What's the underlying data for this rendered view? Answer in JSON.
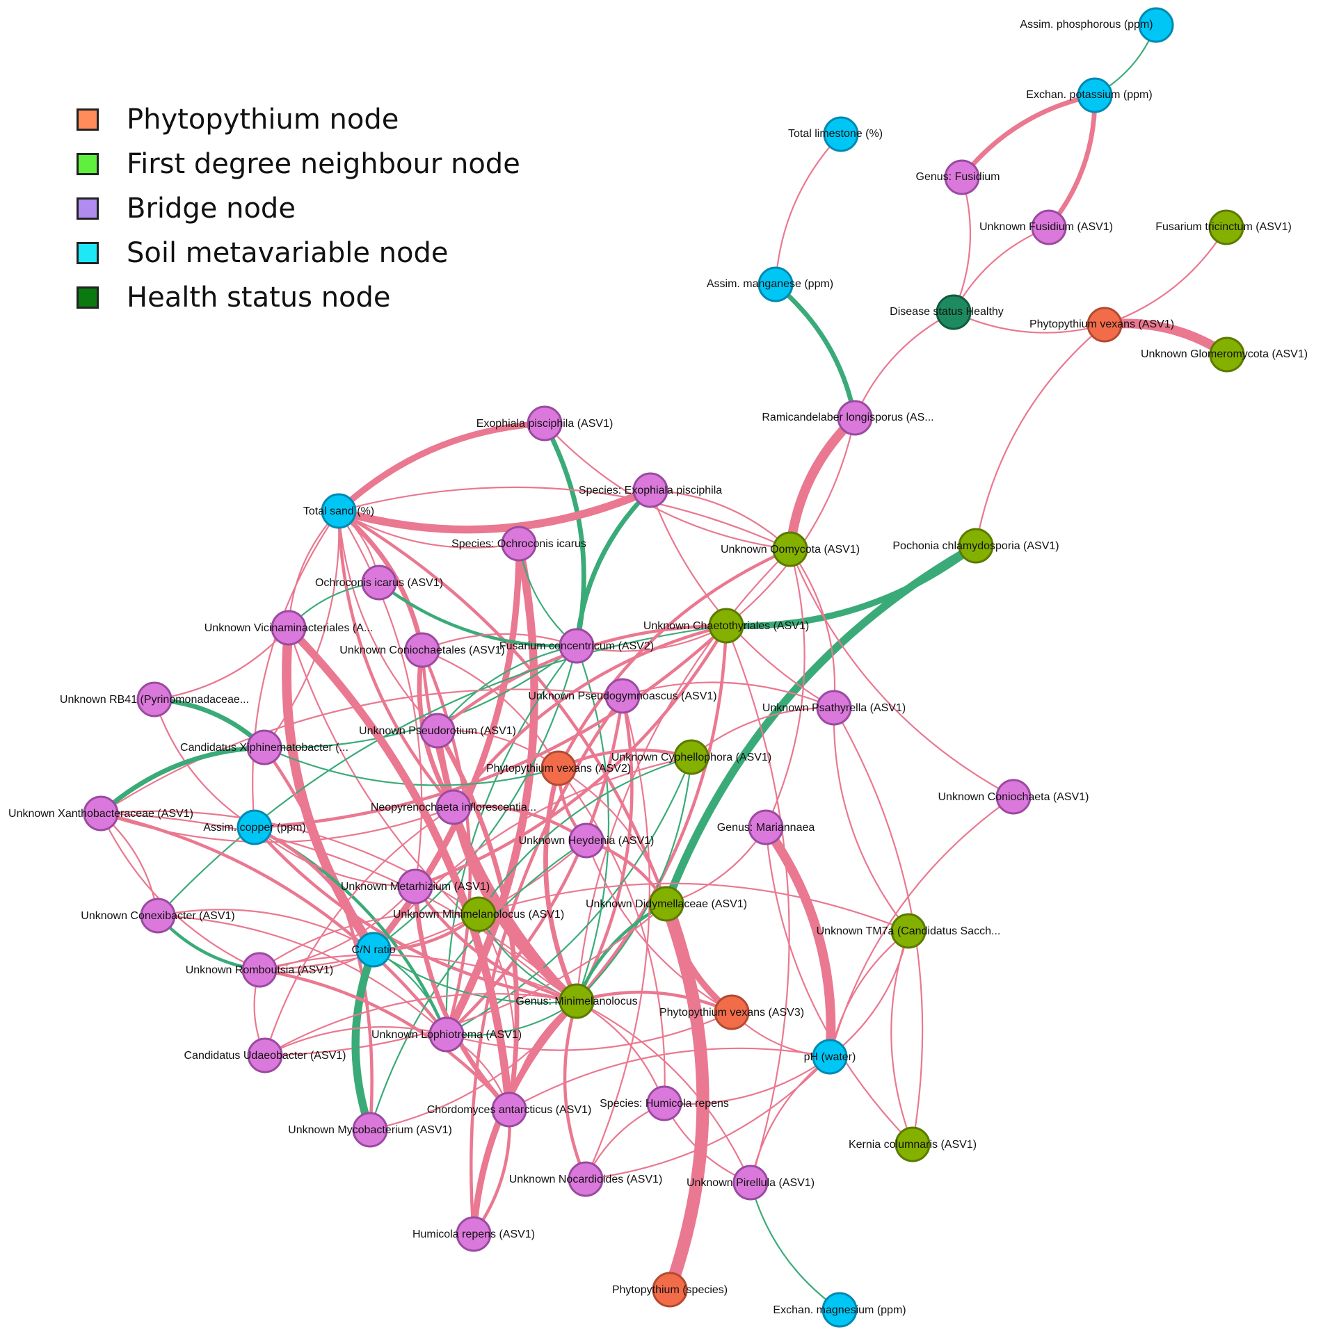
{
  "legend": [
    {
      "label": "Phytopythium node",
      "color": "#ff8c5a"
    },
    {
      "label": "First degree neighbour node",
      "color": "#5ef03c"
    },
    {
      "label": "Bridge node",
      "color": "#b08cf0"
    },
    {
      "label": "Soil metavariable node",
      "color": "#1ee8f5"
    },
    {
      "label": "Health status node",
      "color": "#0a7a10"
    }
  ],
  "node_colors": {
    "phyto": {
      "fill": "#f26c4a",
      "stroke": "#b24a30"
    },
    "neighbour": {
      "fill": "#84b000",
      "stroke": "#5b7a00"
    },
    "bridge": {
      "fill": "#db78db",
      "stroke": "#9a4aa0"
    },
    "soil": {
      "fill": "#00c6f6",
      "stroke": "#0089b0"
    },
    "health": {
      "fill": "#1e8a60",
      "stroke": "#125a3e"
    }
  },
  "edge_colors": {
    "positive": "#ea7890",
    "negative": "#3aab78"
  },
  "nodes": [
    {
      "id": "aphos",
      "label": "Assim. phosphorous (ppm)",
      "type": "soil"
    },
    {
      "id": "expot",
      "label": "Exchan. potassium (ppm)",
      "type": "soil"
    },
    {
      "id": "limestone",
      "label": "Total limestone (%)",
      "type": "soil"
    },
    {
      "id": "fusidium",
      "label": "Genus: Fusidium",
      "type": "bridge"
    },
    {
      "id": "ufusidium",
      "label": "Unknown Fusidium (ASV1)",
      "type": "bridge"
    },
    {
      "id": "ftric",
      "label": "Fusarium tricinctum (ASV1)",
      "type": "neighbour"
    },
    {
      "id": "amang",
      "label": "Assim. manganese (ppm)",
      "type": "soil"
    },
    {
      "id": "disease",
      "label": "Disease status Healthy",
      "type": "health"
    },
    {
      "id": "pv1",
      "label": "Phytopythium vexans (ASV1)",
      "type": "phyto"
    },
    {
      "id": "uglom",
      "label": "Unknown Glomeromycota (ASV1)",
      "type": "neighbour"
    },
    {
      "id": "ramic",
      "label": "Ramicandelaber longisporus (AS...",
      "type": "bridge"
    },
    {
      "id": "exoasv",
      "label": "Exophiala pisciphila (ASV1)",
      "type": "bridge"
    },
    {
      "id": "exosp",
      "label": "Species: Exophiala pisciphila",
      "type": "bridge"
    },
    {
      "id": "sand",
      "label": "Total sand (%)",
      "type": "soil"
    },
    {
      "id": "oomy",
      "label": "Unknown Oomycota (ASV1)",
      "type": "neighbour"
    },
    {
      "id": "pochonia",
      "label": "Pochonia chlamydosporia (ASV1)",
      "type": "neighbour"
    },
    {
      "id": "ochsp",
      "label": "Species: Ochroconis icarus",
      "type": "bridge"
    },
    {
      "id": "ochasv",
      "label": "Ochroconis icarus (ASV1)",
      "type": "bridge"
    },
    {
      "id": "vicin",
      "label": "Unknown Vicinaminacteriales (A...",
      "type": "bridge"
    },
    {
      "id": "conioch",
      "label": "Unknown Coniochaetales (ASV1)",
      "type": "bridge"
    },
    {
      "id": "fusconc",
      "label": "Fusarium concentricum (ASV2)",
      "type": "bridge"
    },
    {
      "id": "chaeto",
      "label": "Unknown Chaetothyriales (ASV1)",
      "type": "neighbour"
    },
    {
      "id": "rb41",
      "label": "Unknown RB41 (Pyrinomonadaceae...",
      "type": "bridge"
    },
    {
      "id": "pseudogym",
      "label": "Unknown Pseudogymnoascus (ASV1)",
      "type": "bridge"
    },
    {
      "id": "psath",
      "label": "Unknown Psathyrella (ASV1)",
      "type": "bridge"
    },
    {
      "id": "pseudorot",
      "label": "Unknown Pseudorotium (ASV1)",
      "type": "bridge"
    },
    {
      "id": "xiphin",
      "label": "Candidatus Xiphinematobacter (...",
      "type": "bridge"
    },
    {
      "id": "pv2",
      "label": "Phytopythium vexans (ASV2)",
      "type": "phyto"
    },
    {
      "id": "cyphel",
      "label": "Unknown Cyphellophora (ASV1)",
      "type": "neighbour"
    },
    {
      "id": "coniochaeta",
      "label": "Unknown Coniochaeta (ASV1)",
      "type": "bridge"
    },
    {
      "id": "xantho",
      "label": "Unknown Xanthobacteraceae (ASV1)",
      "type": "bridge"
    },
    {
      "id": "copper",
      "label": "Assim. copper (ppm)",
      "type": "soil"
    },
    {
      "id": "neopyr",
      "label": "Neopyrenochaeta inflorescentia...",
      "type": "bridge"
    },
    {
      "id": "heyden",
      "label": "Unknown Heydenia (ASV1)",
      "type": "bridge"
    },
    {
      "id": "marian",
      "label": "Genus: Mariannaea",
      "type": "bridge"
    },
    {
      "id": "metarh",
      "label": "Unknown Metarhizium (ASV1)",
      "type": "bridge"
    },
    {
      "id": "conexi",
      "label": "Unknown Conexibacter (ASV1)",
      "type": "bridge"
    },
    {
      "id": "uminim",
      "label": "Unknown Minimelanolocus (ASV1)",
      "type": "neighbour"
    },
    {
      "id": "didym",
      "label": "Unknown Didymellaceae (ASV1)",
      "type": "neighbour"
    },
    {
      "id": "tm7a",
      "label": "Unknown TM7a (Candidatus Sacch...",
      "type": "neighbour"
    },
    {
      "id": "cn",
      "label": "C/N ratio",
      "type": "soil"
    },
    {
      "id": "rombout",
      "label": "Unknown Romboutsia (ASV1)",
      "type": "bridge"
    },
    {
      "id": "gminim",
      "label": "Genus: Minimelanolocus",
      "type": "neighbour"
    },
    {
      "id": "pv3",
      "label": "Phytopythium vexans (ASV3)",
      "type": "phyto"
    },
    {
      "id": "lophio",
      "label": "Unknown Lophiotrema (ASV1)",
      "type": "bridge"
    },
    {
      "id": "udaeo",
      "label": "Candidatus Udaeobacter (ASV1)",
      "type": "bridge"
    },
    {
      "id": "ph",
      "label": "pH (water)",
      "type": "soil"
    },
    {
      "id": "chordo",
      "label": "Chordomyces antarcticus (ASV1)",
      "type": "bridge"
    },
    {
      "id": "humsp",
      "label": "Species: Humicola repens",
      "type": "bridge"
    },
    {
      "id": "mycob",
      "label": "Unknown Mycobacterium (ASV1)",
      "type": "bridge"
    },
    {
      "id": "kernia",
      "label": "Kernia columnaris (ASV1)",
      "type": "neighbour"
    },
    {
      "id": "nocard",
      "label": "Unknown Nocardioides (ASV1)",
      "type": "bridge"
    },
    {
      "id": "pirell",
      "label": "Unknown Pirellula (ASV1)",
      "type": "bridge"
    },
    {
      "id": "humasv",
      "label": "Humicola repens (ASV1)",
      "type": "bridge"
    },
    {
      "id": "phspecies",
      "label": "Phytopythium (species)",
      "type": "phyto"
    },
    {
      "id": "exmag",
      "label": "Exchan. magnesium (ppm)",
      "type": "soil"
    }
  ],
  "edges": [
    [
      "aphos",
      "expot",
      "n",
      1
    ],
    [
      "expot",
      "fusidium",
      "p",
      3
    ],
    [
      "expot",
      "ufusidium",
      "p",
      3
    ],
    [
      "limestone",
      "amang",
      "p",
      1
    ],
    [
      "fusidium",
      "disease",
      "p",
      1
    ],
    [
      "ufusidium",
      "disease",
      "p",
      1
    ],
    [
      "ftric",
      "pv1",
      "p",
      1
    ],
    [
      "disease",
      "pv1",
      "p",
      1
    ],
    [
      "pv1",
      "uglom",
      "p",
      6
    ],
    [
      "disease",
      "ramic",
      "p",
      1
    ],
    [
      "amang",
      "ramic",
      "n",
      3
    ],
    [
      "ramic",
      "oomy",
      "p",
      6
    ],
    [
      "ramic",
      "chaeto",
      "p",
      1
    ],
    [
      "pv1",
      "pochonia",
      "p",
      1
    ],
    [
      "pochonia",
      "chaeto",
      "n",
      4
    ],
    [
      "pochonia",
      "didym",
      "n",
      5
    ],
    [
      "exoasv",
      "fusconc",
      "n",
      3
    ],
    [
      "exosp",
      "fusconc",
      "n",
      3
    ],
    [
      "sand",
      "exoasv",
      "p",
      4
    ],
    [
      "sand",
      "exosp",
      "p",
      5
    ],
    [
      "sand",
      "oomy",
      "p",
      1
    ],
    [
      "sand",
      "ochsp",
      "p",
      1
    ],
    [
      "sand",
      "conioch",
      "p",
      3
    ],
    [
      "sand",
      "copper",
      "p",
      1
    ],
    [
      "sand",
      "ochasv",
      "p",
      1
    ],
    [
      "sand",
      "vicin",
      "p",
      1
    ],
    [
      "sand",
      "xiphin",
      "p",
      1
    ],
    [
      "sand",
      "pseudorot",
      "p",
      1
    ],
    [
      "sand",
      "metarh",
      "p",
      1
    ],
    [
      "sand",
      "neopyr",
      "p",
      2
    ],
    [
      "sand",
      "didym",
      "p",
      2
    ],
    [
      "exoasv",
      "oomy",
      "p",
      1
    ],
    [
      "exosp",
      "oomy",
      "p",
      1
    ],
    [
      "exosp",
      "psath",
      "p",
      1
    ],
    [
      "ochsp",
      "lophio",
      "p",
      5
    ],
    [
      "ochsp",
      "fusconc",
      "n",
      1
    ],
    [
      "ochsp",
      "cn",
      "p",
      4
    ],
    [
      "ochasv",
      "fusconc",
      "n",
      2
    ],
    [
      "vicin",
      "ochasv",
      "n",
      1
    ],
    [
      "vicin",
      "cn",
      "p",
      6
    ],
    [
      "vicin",
      "rb41",
      "p",
      1
    ],
    [
      "vicin",
      "gminim",
      "p",
      1
    ],
    [
      "conioch",
      "lophio",
      "p",
      2
    ],
    [
      "conioch",
      "neopyr",
      "p",
      3
    ],
    [
      "conioch",
      "fusconc",
      "p",
      1
    ],
    [
      "conioch",
      "gminim",
      "p",
      2
    ],
    [
      "conioch",
      "pv2",
      "p",
      1
    ],
    [
      "fusconc",
      "chaeto",
      "p",
      1
    ],
    [
      "fusconc",
      "xiphin",
      "n",
      1
    ],
    [
      "fusconc",
      "pseudorot",
      "n",
      1
    ],
    [
      "fusconc",
      "cn",
      "n",
      1
    ],
    [
      "fusconc",
      "lophio",
      "n",
      1
    ],
    [
      "fusconc",
      "gminim",
      "n",
      1
    ],
    [
      "chaeto",
      "pseudorot",
      "p",
      2
    ],
    [
      "chaeto",
      "copper",
      "p",
      2
    ],
    [
      "chaeto",
      "neopyr",
      "p",
      2
    ],
    [
      "chaeto",
      "metarh",
      "p",
      2
    ],
    [
      "chaeto",
      "conexi",
      "n",
      1
    ],
    [
      "chaeto",
      "gminim",
      "p",
      2
    ],
    [
      "oomy",
      "pv2",
      "p",
      2
    ],
    [
      "oomy",
      "marian",
      "p",
      1
    ],
    [
      "oomy",
      "coniochaeta",
      "p",
      1
    ],
    [
      "oomy",
      "psath",
      "p",
      1
    ],
    [
      "oomy",
      "gminim",
      "p",
      1
    ],
    [
      "rb41",
      "xiphin",
      "n",
      3
    ],
    [
      "rb41",
      "copper",
      "p",
      1
    ],
    [
      "pseudogym",
      "psath",
      "p",
      1
    ],
    [
      "pseudogym",
      "xantho",
      "p",
      1
    ],
    [
      "pseudogym",
      "gminim",
      "p",
      2
    ],
    [
      "pseudogym",
      "humasv",
      "p",
      2
    ],
    [
      "pseudogym",
      "lophio",
      "p",
      2
    ],
    [
      "psath",
      "tm7a",
      "p",
      1
    ],
    [
      "psath",
      "kernia",
      "p",
      1
    ],
    [
      "psath",
      "cyphel",
      "p",
      1
    ],
    [
      "pseudorot",
      "chordo",
      "p",
      3
    ],
    [
      "pseudorot",
      "gminim",
      "p",
      4
    ],
    [
      "pseudorot",
      "pv2",
      "p",
      1
    ],
    [
      "xiphin",
      "xantho",
      "n",
      3
    ],
    [
      "xiphin",
      "mycob",
      "p",
      2
    ],
    [
      "xiphin",
      "pv2",
      "n",
      1
    ],
    [
      "pv2",
      "cyphel",
      "p",
      2
    ],
    [
      "pv2",
      "gminim",
      "p",
      3
    ],
    [
      "pv2",
      "didym",
      "p",
      1
    ],
    [
      "pv2",
      "heyden",
      "p",
      2
    ],
    [
      "pv2",
      "humsp",
      "p",
      1
    ],
    [
      "cyphel",
      "uminim",
      "n",
      1
    ],
    [
      "cyphel",
      "lophio",
      "n",
      1
    ],
    [
      "cyphel",
      "cn",
      "p",
      1
    ],
    [
      "cyphel",
      "gminim",
      "n",
      1
    ],
    [
      "coniochaeta",
      "ph",
      "p",
      1
    ],
    [
      "xantho",
      "conexi",
      "p",
      1
    ],
    [
      "xantho",
      "rombout",
      "p",
      1
    ],
    [
      "xantho",
      "lophio",
      "p",
      2
    ],
    [
      "xantho",
      "neopyr",
      "p",
      1
    ],
    [
      "xantho",
      "uminim",
      "p",
      1
    ],
    [
      "copper",
      "gminim",
      "p",
      2
    ],
    [
      "copper",
      "lophio",
      "n",
      2
    ],
    [
      "copper",
      "metarh",
      "p",
      1
    ],
    [
      "copper",
      "cn",
      "p",
      2
    ],
    [
      "neopyr",
      "gminim",
      "p",
      4
    ],
    [
      "neopyr",
      "heyden",
      "p",
      2
    ],
    [
      "neopyr",
      "udaeo",
      "p",
      1
    ],
    [
      "heyden",
      "didym",
      "p",
      2
    ],
    [
      "heyden",
      "pv3",
      "p",
      1
    ],
    [
      "heyden",
      "rombout",
      "p",
      1
    ],
    [
      "heyden",
      "mycob",
      "n",
      1
    ],
    [
      "marian",
      "ph",
      "p",
      6
    ],
    [
      "marian",
      "kernia",
      "p",
      1
    ],
    [
      "marian",
      "didym",
      "p",
      1
    ],
    [
      "metarh",
      "gminim",
      "p",
      2
    ],
    [
      "metarh",
      "rombout",
      "p",
      1
    ],
    [
      "metarh",
      "chordo",
      "p",
      3
    ],
    [
      "conexi",
      "cn",
      "p",
      1
    ],
    [
      "conexi",
      "rombout",
      "n",
      2
    ],
    [
      "conexi",
      "lophio",
      "p",
      1
    ],
    [
      "uminim",
      "gminim",
      "n",
      1
    ],
    [
      "uminim",
      "cn",
      "p",
      2
    ],
    [
      "uminim",
      "rombout",
      "p",
      1
    ],
    [
      "uminim",
      "chordo",
      "p",
      1
    ],
    [
      "didym",
      "pv3",
      "p",
      4
    ],
    [
      "didym",
      "phspecies",
      "p",
      8
    ],
    [
      "didym",
      "gminim",
      "n",
      2
    ],
    [
      "didym",
      "udaeo",
      "p",
      1
    ],
    [
      "tm7a",
      "uminim",
      "p",
      1
    ],
    [
      "tm7a",
      "ph",
      "p",
      1
    ],
    [
      "cn",
      "gminim",
      "n",
      1
    ],
    [
      "cn",
      "lophio",
      "n",
      1
    ],
    [
      "cn",
      "mycob",
      "n",
      5
    ],
    [
      "cn",
      "rombout",
      "p",
      1
    ],
    [
      "gminim",
      "humasv",
      "p",
      4
    ],
    [
      "gminim",
      "pv3",
      "p",
      2
    ],
    [
      "gminim",
      "chordo",
      "p",
      2
    ],
    [
      "gminim",
      "humsp",
      "p",
      1
    ],
    [
      "gminim",
      "rombout",
      "p",
      1
    ],
    [
      "gminim",
      "lophio",
      "n",
      1
    ],
    [
      "gminim",
      "nocard",
      "p",
      2
    ],
    [
      "gminim",
      "pirell",
      "p",
      1
    ],
    [
      "gminim",
      "udaeo",
      "p",
      1
    ],
    [
      "gminim",
      "mycob",
      "p",
      1
    ],
    [
      "gminim",
      "xantho",
      "p",
      1
    ],
    [
      "pv3",
      "lophio",
      "p",
      1
    ],
    [
      "pv3",
      "ph",
      "p",
      1
    ],
    [
      "lophio",
      "chordo",
      "p",
      1
    ],
    [
      "lophio",
      "udaeo",
      "p",
      1
    ],
    [
      "ph",
      "humsp",
      "p",
      1
    ],
    [
      "ph",
      "chordo",
      "p",
      1
    ],
    [
      "ph",
      "nocard",
      "p",
      1
    ],
    [
      "ph",
      "pirell",
      "p",
      1
    ],
    [
      "ph",
      "tm7a",
      "p",
      1
    ],
    [
      "pirell",
      "exmag",
      "n",
      1
    ],
    [
      "pirell",
      "humsp",
      "p",
      1
    ],
    [
      "pirell",
      "chaeto",
      "p",
      1
    ],
    [
      "kernia",
      "tm7a",
      "p",
      1
    ],
    [
      "humasv",
      "chordo",
      "p",
      2
    ],
    [
      "nocard",
      "humsp",
      "p",
      1
    ],
    [
      "nocard",
      "pseudogym",
      "p",
      1
    ],
    [
      "vicin",
      "chordo",
      "p",
      5
    ],
    [
      "rombout",
      "udaeo",
      "p",
      1
    ],
    [
      "rombout",
      "chordo",
      "p",
      2
    ]
  ]
}
